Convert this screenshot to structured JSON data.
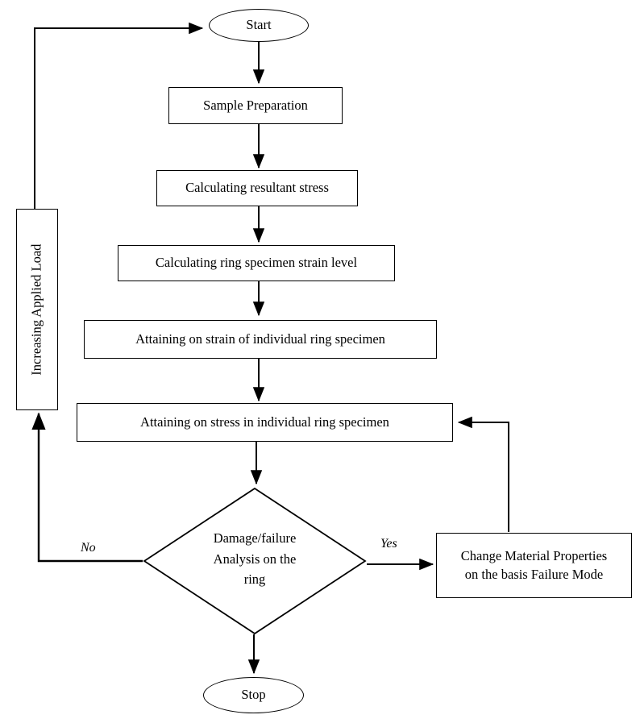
{
  "diagram": {
    "title": "Ring specimen damage/failure analysis flowchart",
    "type": "flowchart",
    "stroke_color": "#000000",
    "background_color": "#ffffff"
  },
  "nodes": {
    "start": {
      "label": "Start",
      "shape": "ellipse"
    },
    "sample_preparation": {
      "label": "Sample Preparation",
      "shape": "process"
    },
    "calculating_resultant_stress": {
      "label": "Calculating resultant stress",
      "shape": "process"
    },
    "calculating_strain_level": {
      "label": "Calculating ring specimen strain level",
      "shape": "process"
    },
    "attaining_strain": {
      "label": "Attaining on strain of individual ring specimen",
      "shape": "process"
    },
    "attaining_stress": {
      "label": "Attaining on stress in individual ring specimen",
      "shape": "process"
    },
    "decision": {
      "line1": "Damage/failure",
      "line2": "Analysis on the",
      "line3": "ring",
      "shape": "diamond"
    },
    "change_material": {
      "line1": "Change Material Properties",
      "line2": "on the basis Failure Mode",
      "shape": "process"
    },
    "increasing_load": {
      "label": "Increasing Applied Load",
      "shape": "process-vertical"
    },
    "stop": {
      "label": "Stop",
      "shape": "ellipse"
    }
  },
  "edge_labels": {
    "no": "No",
    "yes": "Yes"
  }
}
